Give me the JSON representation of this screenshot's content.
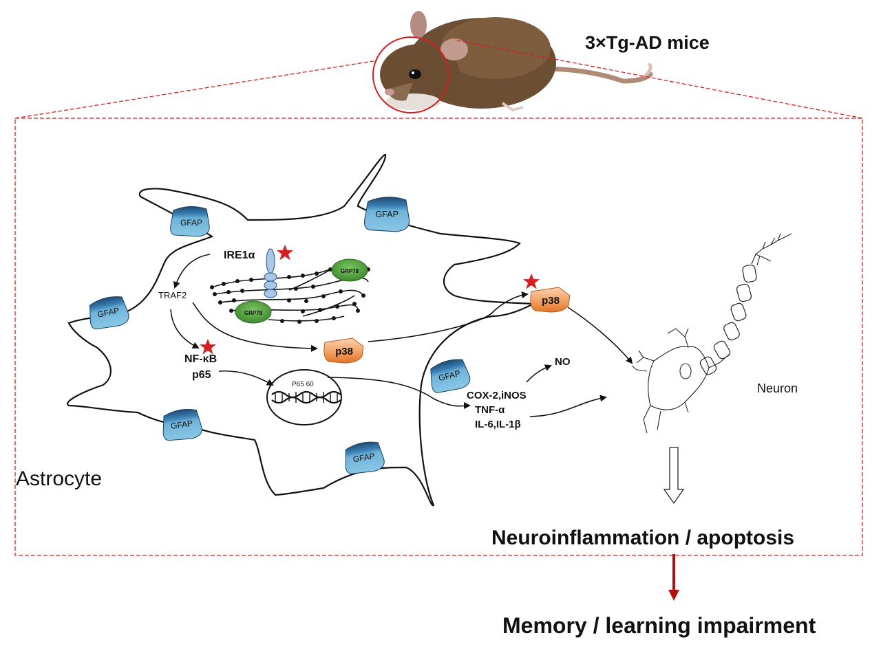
{
  "header": {
    "title": "3×Tg-AD mice"
  },
  "astrocyte": {
    "label": "Astrocyte",
    "gfap_label": "GFAP",
    "er": {
      "grp78_label": "GRP78"
    },
    "ire1_label": "IRE1α",
    "traf2_label": "TRAF2",
    "nfkb_label": "NF-κB",
    "p65_label": "p65",
    "p38_label": "p38",
    "nucleus_label": "P65 60"
  },
  "mediators": {
    "no": "NO",
    "cox_inos": "COX-2,iNOS",
    "tnf": "TNF-α",
    "il": "IL-6,IL-1β"
  },
  "neuron": {
    "label": "Neuron"
  },
  "outcomes": {
    "neuro": "Neuroinflammation / apoptosis",
    "memory": "Memory / learning impairment"
  },
  "colors": {
    "gfap_fill": "#6fb3d9",
    "gfap_dark": "#1f4a72",
    "grp78_fill": "#5aa545",
    "p38_fill": "#f08a3c",
    "star": "#d42020",
    "dashed_box": "#d42020",
    "outcome_arrow": "#b01010"
  }
}
